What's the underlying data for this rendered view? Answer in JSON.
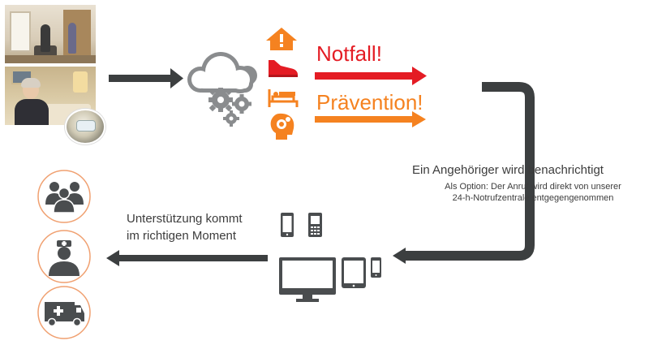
{
  "labels": {
    "notfall": "Notfall!",
    "praevention": "Prävention!",
    "angehoeriger": "Ein Angehöriger wird benachrichtigt",
    "option_line1": "Als Option: Der Anruf wird direkt von unserer",
    "option_line2": "24-h-Notrufzentrale entgegengenommen",
    "unterstuetzung_line1": "Unterstützung kommt",
    "unterstuetzung_line2": "im richtigen Moment"
  },
  "colors": {
    "emergency": "#e41c24",
    "prevention": "#f58220",
    "flow": "#3c3f40",
    "cloud": "#8a8c8e",
    "circle_border": "#f0a070",
    "icon_dark": "#4a4d4f"
  },
  "icons": {
    "sensors": [
      "house-alert-icon",
      "shoe-icon",
      "bed-icon",
      "head-gears-icon"
    ],
    "cloud": "cloud-gears-icon",
    "devices": [
      "smartphone-icon",
      "mobile-phone-icon",
      "monitor-icon",
      "tablet-icon",
      "small-phone-icon"
    ],
    "responders": [
      "family-group-icon",
      "nurse-icon",
      "ambulance-icon"
    ]
  }
}
